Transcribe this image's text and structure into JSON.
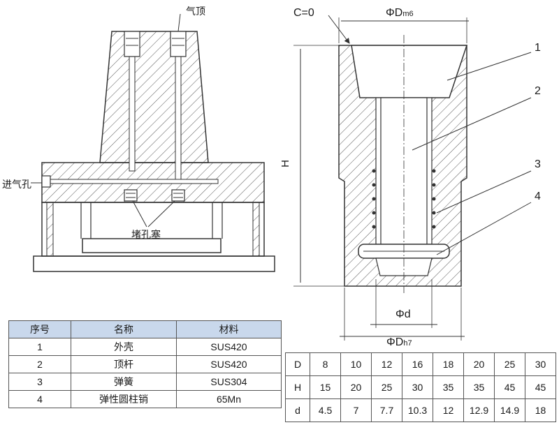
{
  "left_labels": {
    "top": "气顶",
    "inlet": "进气孔",
    "plug": "堵孔塞"
  },
  "right_labels": {
    "chamfer": "C=0",
    "top_dia_prefix": "ΦD",
    "top_dia_sub": "m6",
    "height": "H",
    "inner_dia": "Φd",
    "bottom_dia_prefix": "ΦD",
    "bottom_dia_sub": "h7",
    "callouts": [
      "1",
      "2",
      "3",
      "4"
    ]
  },
  "parts_table": {
    "headers": [
      "序号",
      "名称",
      "材料"
    ],
    "rows": [
      [
        "1",
        "外壳",
        "SUS420"
      ],
      [
        "2",
        "顶杆",
        "SUS420"
      ],
      [
        "3",
        "弹簧",
        "SUS304"
      ],
      [
        "4",
        "弹性圆柱销",
        "65Mn"
      ]
    ]
  },
  "size_table": {
    "rows": [
      {
        "label": "D",
        "values": [
          "8",
          "10",
          "12",
          "16",
          "18",
          "20",
          "25",
          "30"
        ]
      },
      {
        "label": "H",
        "values": [
          "15",
          "20",
          "25",
          "30",
          "35",
          "35",
          "45",
          "45"
        ]
      },
      {
        "label": "d",
        "values": [
          "4.5",
          "7",
          "7.7",
          "10.3",
          "12",
          "12.9",
          "14.9",
          "18"
        ]
      }
    ]
  },
  "colors": {
    "line": "#333333",
    "hatch": "#555555",
    "table_header": "#c9d8ec"
  }
}
